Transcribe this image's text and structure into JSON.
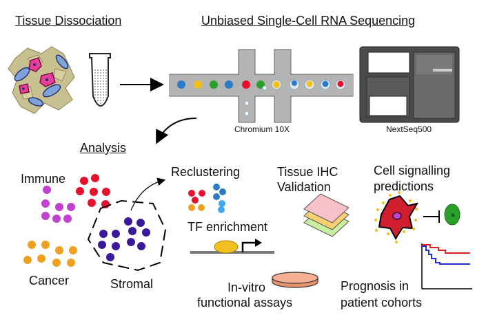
{
  "headings": {
    "dissociation": "Tissue Dissociation",
    "sequencing": "Unbiased Single-Cell RNA Sequencing",
    "analysis": "Analysis"
  },
  "instruments": {
    "chromium": "Chromium 10X",
    "nextseq": "NextSeq500"
  },
  "clusters": {
    "immune": "Immune",
    "cancer": "Cancer",
    "stromal": "Stromal"
  },
  "analyses": {
    "reclustering": "Reclustering",
    "tf_enrichment": "TF enrichment",
    "ihc_line1": "Tissue IHC",
    "ihc_line2": "Validation",
    "signalling_line1": "Cell signalling",
    "signalling_line2": "predictions",
    "assays_line1": "In-vitro",
    "assays_line2": "functional assays",
    "prognosis_line1": "Prognosis in",
    "prognosis_line2": "patient cohorts"
  },
  "colors": {
    "immune_red": "#e8112d",
    "immune_magenta": "#c040d0",
    "cancer_orange": "#f0a020",
    "stromal_purple": "#3a1a9a",
    "bead_blue": "#2b7bc9",
    "bead_yellow": "#f2c018",
    "bead_green": "#2aa02a",
    "curve_red": "#e02020",
    "curve_blue": "#2030d0"
  }
}
